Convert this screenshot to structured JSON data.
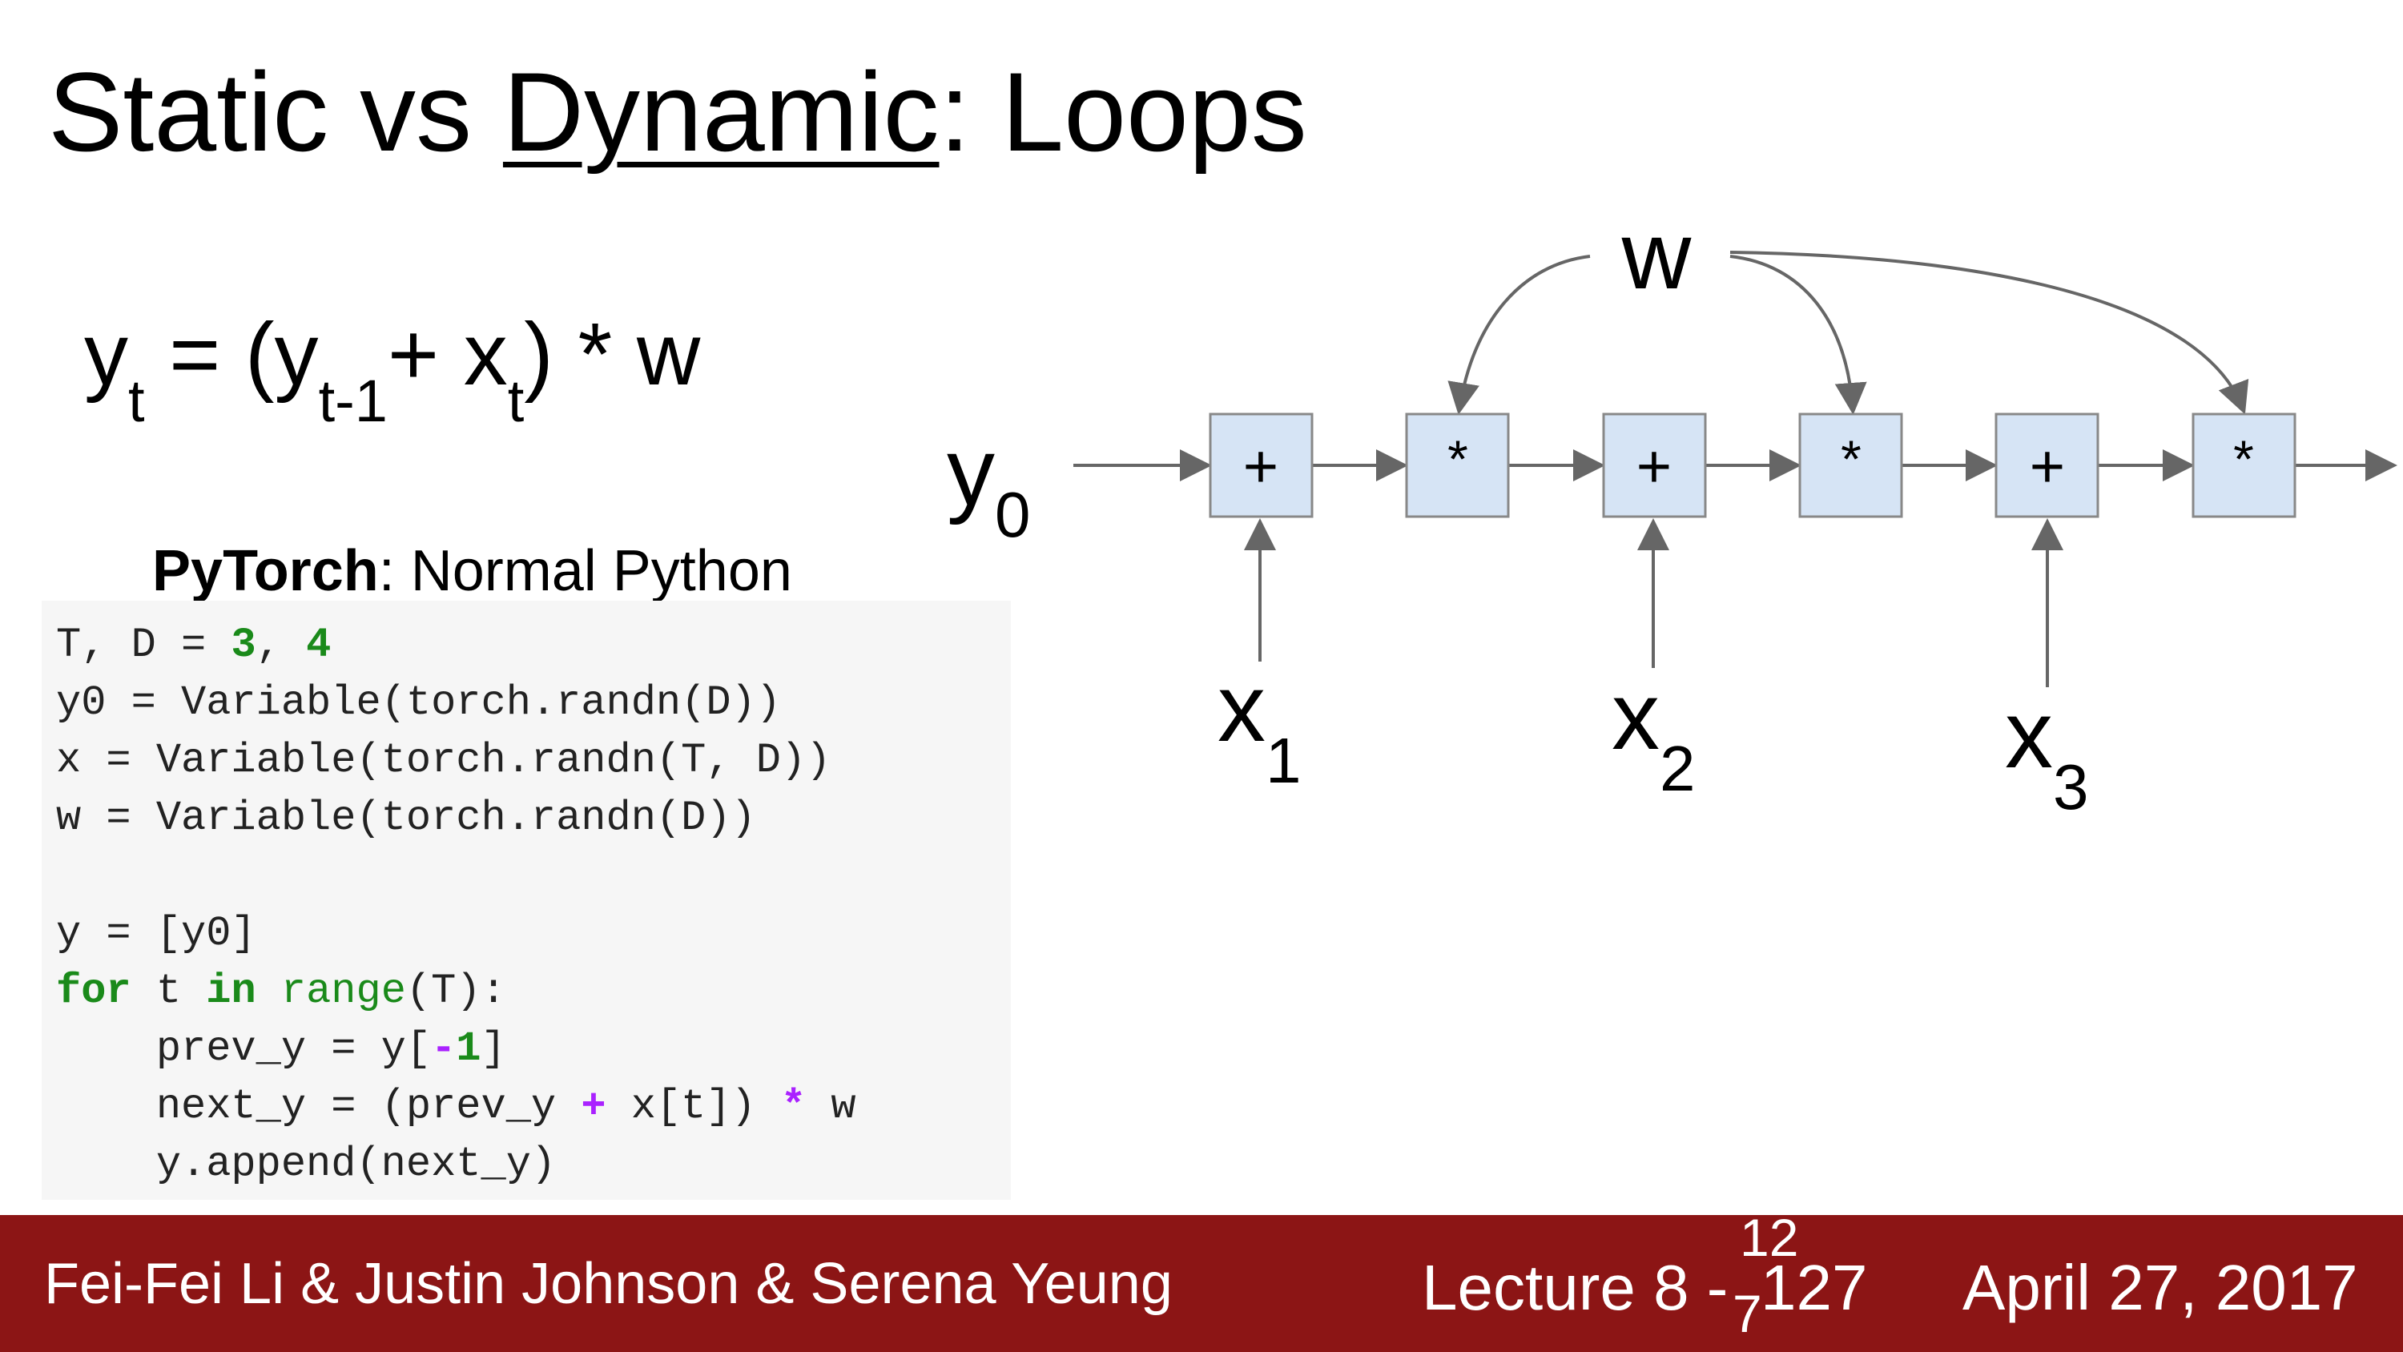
{
  "title": {
    "prefix": "Static vs ",
    "emphasis": "Dynamic",
    "suffix": ": Loops"
  },
  "equation": {
    "y": "y",
    "t1": "t",
    "eq_open": " = (y",
    "t_minus_1": "t-1",
    "plus_x": "+ x",
    "t2": "t",
    "close_w": ") * w"
  },
  "code_caption": {
    "bold": "PyTorch",
    "rest": ": Normal Python"
  },
  "code": {
    "l1_a": "T, D = ",
    "l1_n1": "3",
    "l1_b": ", ",
    "l1_n2": "4",
    "l2": "y0 = Variable(torch.randn(D))",
    "l3": "x = Variable(torch.randn(T, D))",
    "l4": "w = Variable(torch.randn(D))",
    "l6": "y = [y0]",
    "l7_for": "for",
    "l7_a": " t ",
    "l7_in": "in",
    "l7_b": " ",
    "l7_range": "range",
    "l7_c": "(T):",
    "l8_a": "    prev_y = y[",
    "l8_minus": "-",
    "l8_one": "1",
    "l8_b": "]",
    "l9_a": "    next_y = (prev_y ",
    "l9_plus": "+",
    "l9_b": " x[t]) ",
    "l9_star": "*",
    "l9_c": " w",
    "l10": "    y.append(next_y)"
  },
  "diagram": {
    "w_label": "w",
    "y0_main": "y",
    "y0_sub": "0",
    "nodes": [
      "+",
      "*",
      "+",
      "*",
      "+",
      "*"
    ],
    "inputs": [
      {
        "main": "x",
        "sub": "1"
      },
      {
        "main": "x",
        "sub": "2"
      },
      {
        "main": "x",
        "sub": "3"
      }
    ],
    "node_fill": "#d6e4f5",
    "node_stroke": "#888888",
    "arrow_color": "#666666"
  },
  "footer": {
    "authors": "Fei-Fei Li & Justin Johnson & Serena Yeung",
    "lecture": "Lecture 8 -",
    "slide_top": "12",
    "slide_number": "127",
    "slide_bottom": "7",
    "date": "April 27, 2017",
    "background": "#8c1515"
  }
}
